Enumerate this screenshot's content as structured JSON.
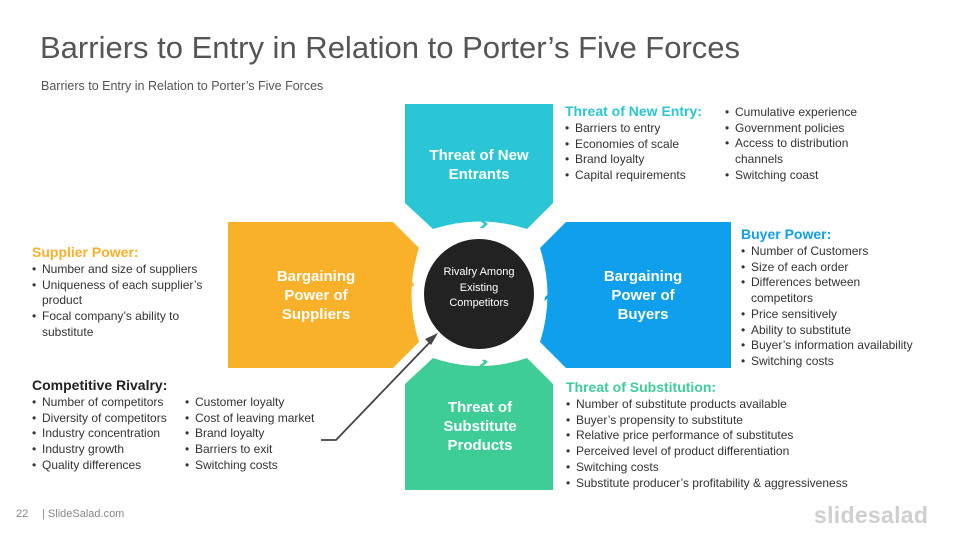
{
  "title": "Barriers to Entry in Relation to Porter’s Five Forces",
  "subtitle": "Barriers  to Entry  in Relation  to Porter’s  Five Forces",
  "colors": {
    "teal": "#2ac6d6",
    "orange": "#f9b12a",
    "blue": "#0f9fec",
    "green": "#3ecc97",
    "center": "#222222",
    "heading_text": "#f9b12a",
    "heading_teal": "#2ac6d6",
    "heading_blue": "#0f9fec",
    "heading_green": "#3ecc97"
  },
  "forces": {
    "top": "Threat of New Entrants",
    "left": "Bargaining Power of Suppliers",
    "right": "Bargaining Power of Buyers",
    "bottom": "Threat of Substitute Products",
    "center": "Rivalry Among Existing Competitors"
  },
  "new_entry": {
    "heading": "Threat of New Entry:",
    "col1": [
      "Barriers to entry",
      "Economies of scale",
      "Brand loyalty",
      "Capital requirements"
    ],
    "col2": [
      "Cumulative experience",
      "Government policies",
      "Access to distribution channels",
      "Switching coast"
    ]
  },
  "supplier": {
    "heading": "Supplier Power:",
    "items": [
      "Number and size of suppliers",
      "Uniqueness of each supplier’s product",
      "Focal company’s ability to substitute"
    ]
  },
  "buyer": {
    "heading": "Buyer Power:",
    "items": [
      "Number of Customers",
      "Size of each order",
      "Differences between competitors",
      "Price sensitively",
      "Ability to substitute",
      "Buyer’s information availability",
      "Switching costs"
    ]
  },
  "rivalry": {
    "heading": "Competitive Rivalry:",
    "col1": [
      "Number of competitors",
      "Diversity of competitors",
      "Industry concentration",
      "Industry growth",
      "Quality differences"
    ],
    "col2": [
      "Customer loyalty",
      "Cost of leaving market",
      "Brand loyalty",
      "Barriers to exit",
      "Switching costs"
    ]
  },
  "substitution": {
    "heading": "Threat of Substitution:",
    "items": [
      "Number of substitute products available",
      "Buyer’s propensity to substitute",
      "Relative price performance of substitutes",
      "Perceived level of product differentiation",
      "Switching costs",
      "Substitute producer’s profitability & aggressiveness"
    ]
  },
  "footer": {
    "page_number": "22",
    "site": "| SlideSalad.com",
    "logo": "slidesalad"
  }
}
